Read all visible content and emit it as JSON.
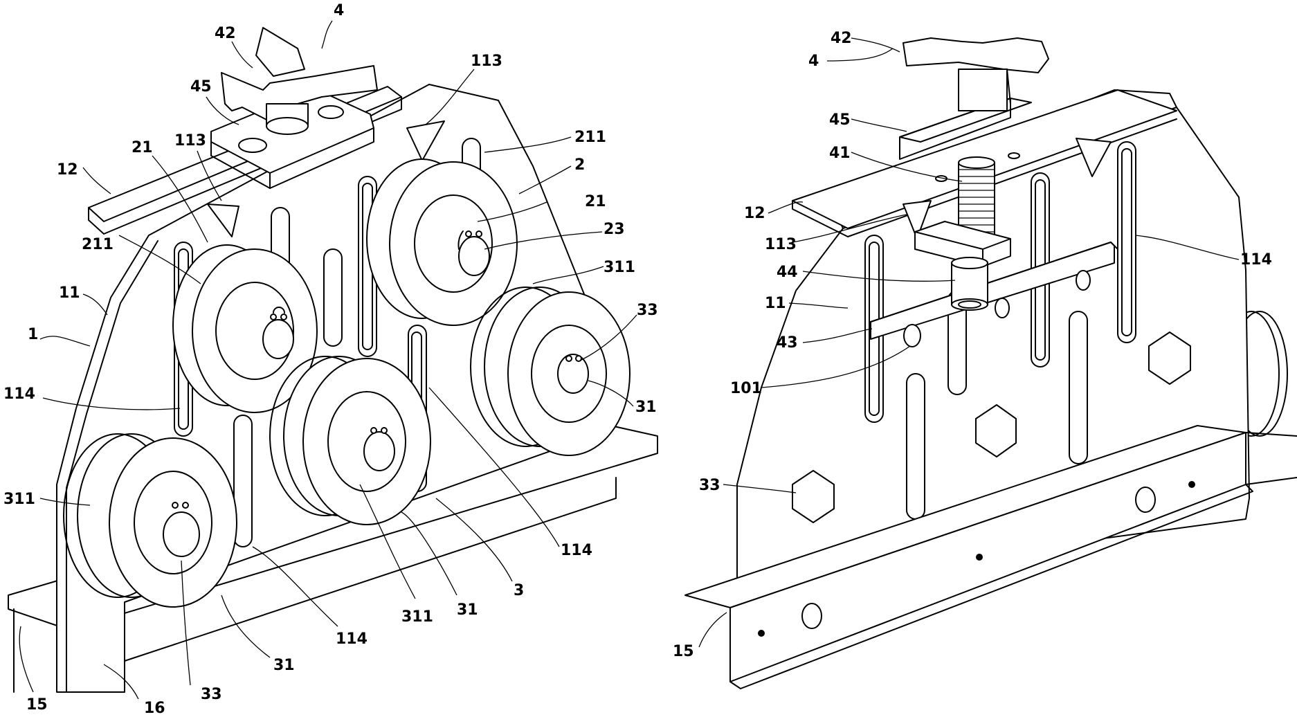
{
  "figure": {
    "left_view": {
      "labels": [
        "4",
        "42",
        "45",
        "113",
        "113",
        "21",
        "12",
        "211",
        "11",
        "1",
        "114",
        "311",
        "15",
        "16",
        "33",
        "31",
        "114",
        "311",
        "31",
        "3",
        "114",
        "33",
        "31",
        "311",
        "23",
        "21",
        "2",
        "211",
        "113"
      ]
    },
    "right_view": {
      "labels": [
        "42",
        "4",
        "45",
        "41",
        "12",
        "113",
        "44",
        "11",
        "43",
        "101",
        "33",
        "15",
        "114"
      ]
    }
  },
  "colors": {
    "ink": "#000000",
    "paper": "#ffffff"
  }
}
